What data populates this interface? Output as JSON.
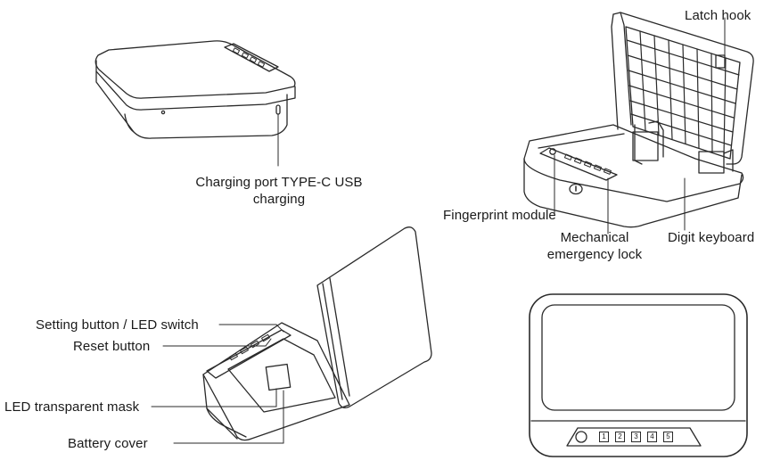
{
  "labels": {
    "charging_port": "Charging port TYPE-C USB",
    "charging_port_line2": "charging",
    "latch_hook": "Latch hook",
    "fingerprint_module": "Fingerprint module",
    "mechanical_lock_line1": "Mechanical",
    "mechanical_lock_line2": "emergency lock",
    "digit_keyboard": "Digit keyboard",
    "setting_button": "Setting button / LED switch",
    "reset_button": "Reset button",
    "led_mask": "LED transparent mask",
    "battery_cover": "Battery cover"
  },
  "keypad": [
    "1",
    "2",
    "3",
    "4",
    "5"
  ]
}
